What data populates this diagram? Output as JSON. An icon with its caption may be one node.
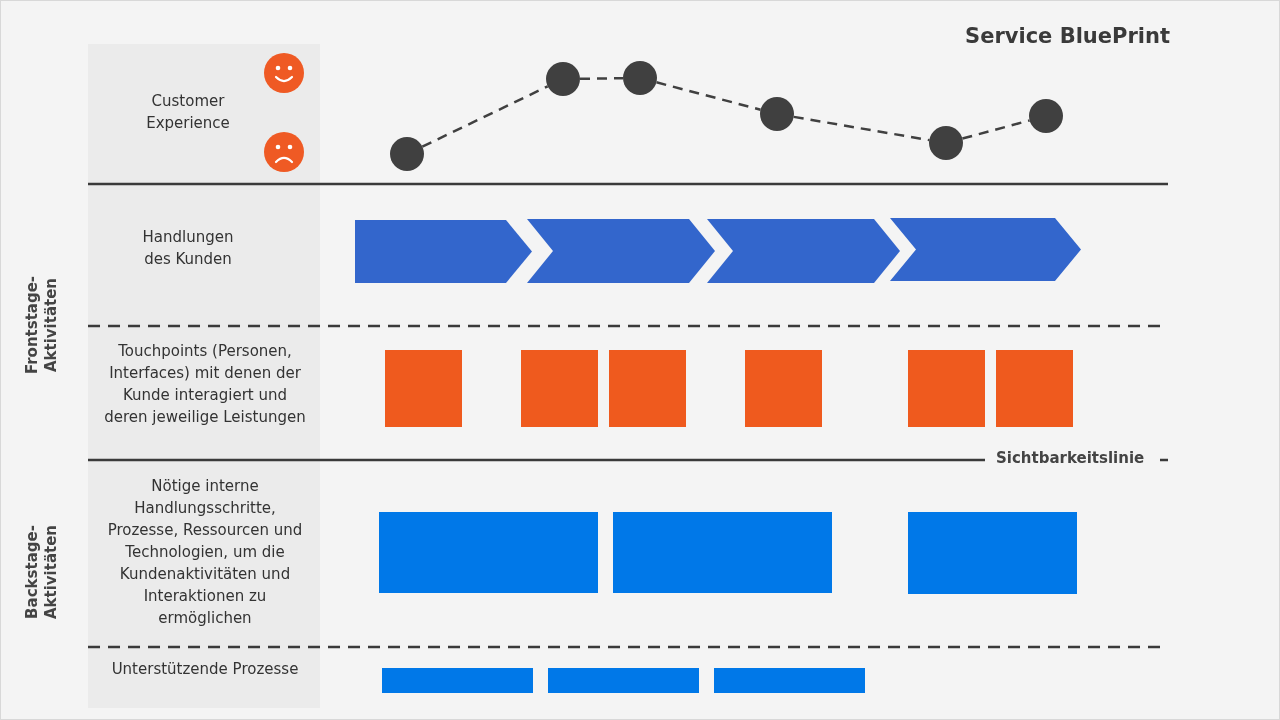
{
  "diagram": {
    "title": "Service BluePrint",
    "nodes": [
      {
        "text": [],
        "shape": "circle"
      },
      {
        "text": [],
        "shape": "circle"
      },
      {
        "text": [],
        "shape": "circle"
      },
      {
        "text": [],
        "shape": "circle"
      },
      {
        "text": [],
        "shape": "circle"
      },
      {
        "text": [],
        "shape": "circle"
      },
      {
        "text": [],
        "shape": "chevron"
      },
      {
        "text": [],
        "shape": "chevron"
      },
      {
        "text": [],
        "shape": "chevron"
      },
      {
        "text": [],
        "shape": "chevron"
      },
      {
        "text": [],
        "shape": "box"
      },
      {
        "text": [],
        "shape": "box"
      },
      {
        "text": [],
        "shape": "box"
      },
      {
        "text": [],
        "shape": "box"
      },
      {
        "text": [],
        "shape": "box"
      },
      {
        "text": [],
        "shape": "box"
      },
      {
        "text": [],
        "shape": "box"
      },
      {
        "text": [],
        "shape": "box"
      },
      {
        "text": [],
        "shape": "box"
      },
      {
        "text": [],
        "shape": "bar"
      },
      {
        "text": [],
        "shape": "bar"
      },
      {
        "text": [],
        "shape": "bar"
      }
    ],
    "edges": [
      {
        "from": 0,
        "to": 1,
        "arrow": "none",
        "style": "dashed"
      },
      {
        "from": 1,
        "to": 2,
        "arrow": "none",
        "style": "dashed"
      },
      {
        "from": 2,
        "to": 3,
        "arrow": "none",
        "style": "dashed"
      },
      {
        "from": 3,
        "to": 4,
        "arrow": "none",
        "style": "dashed"
      },
      {
        "from": 4,
        "to": 5,
        "arrow": "none",
        "style": "dashed"
      }
    ],
    "labels": [
      "Customer Experience",
      "Handlungen des Kunden",
      "Frontstage-Aktivitäten",
      "Touchpoints (Personen, Interfaces) mit denen der Kunde interagiert und deren jeweilige Leistungen",
      "Sichtbarkeitslinie",
      "Nötige interne Handlungsschritte, Prozesse, Ressourcen und Technologien, um die Kundenaktivitäten und Interaktionen zu ermöglichen",
      "Backstage-Aktivitäten",
      "Unterstützende Prozesse"
    ]
  }
}
